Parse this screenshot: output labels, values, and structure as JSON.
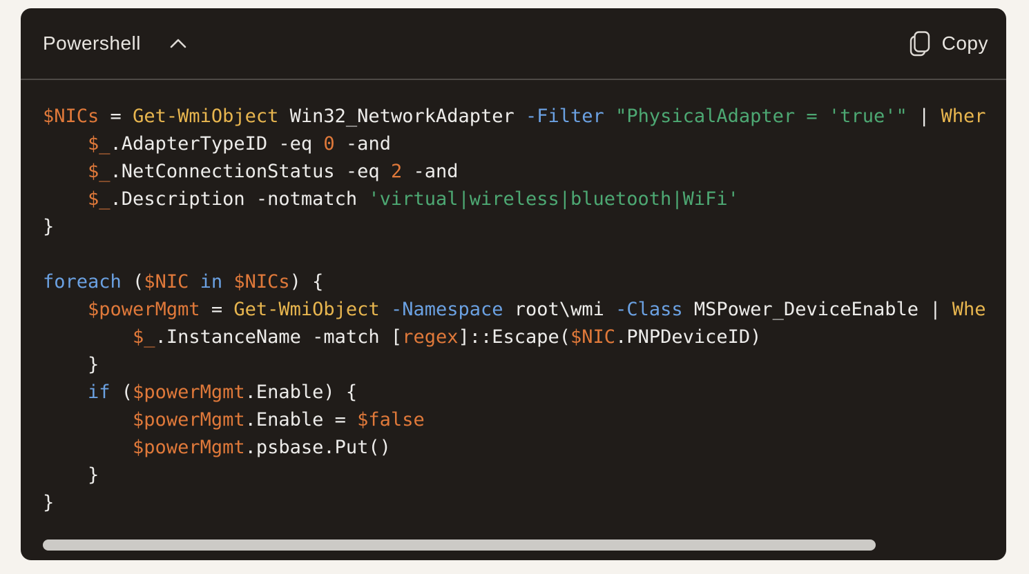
{
  "header": {
    "language_label": "Powershell",
    "copy_label": "Copy"
  },
  "colors": {
    "page_bg": "#f6f3ee",
    "card_bg": "#201c19",
    "header_text": "#e8e5e0",
    "divider": "#4e4a46",
    "code_default": "#edecea",
    "orange": "#e0793a",
    "yellow": "#e8b64f",
    "blue": "#6ba1e2",
    "green": "#4da873",
    "scrollbar_thumb": "#cccac6"
  },
  "code": {
    "language": "powershell",
    "lines": [
      [
        [
          "o",
          "$NICs"
        ],
        [
          "p",
          " = "
        ],
        [
          "y",
          "Get-WmiObject"
        ],
        [
          "p",
          " Win32_NetworkAdapter "
        ],
        [
          "b",
          "-Filter"
        ],
        [
          "p",
          " "
        ],
        [
          "g",
          "\"PhysicalAdapter = 'true'\""
        ],
        [
          "p",
          " | "
        ],
        [
          "y",
          "Wher"
        ]
      ],
      [
        [
          "p",
          "    "
        ],
        [
          "o",
          "$_"
        ],
        [
          "p",
          ".AdapterTypeID -eq "
        ],
        [
          "o",
          "0"
        ],
        [
          "p",
          " -and"
        ]
      ],
      [
        [
          "p",
          "    "
        ],
        [
          "o",
          "$_"
        ],
        [
          "p",
          ".NetConnectionStatus -eq "
        ],
        [
          "o",
          "2"
        ],
        [
          "p",
          " -and"
        ]
      ],
      [
        [
          "p",
          "    "
        ],
        [
          "o",
          "$_"
        ],
        [
          "p",
          ".Description -notmatch "
        ],
        [
          "g",
          "'virtual|wireless|bluetooth|WiFi'"
        ]
      ],
      [
        [
          "p",
          "}"
        ]
      ],
      [],
      [
        [
          "b",
          "foreach"
        ],
        [
          "p",
          " ("
        ],
        [
          "o",
          "$NIC"
        ],
        [
          "p",
          " "
        ],
        [
          "b",
          "in"
        ],
        [
          "p",
          " "
        ],
        [
          "o",
          "$NICs"
        ],
        [
          "p",
          ") {"
        ]
      ],
      [
        [
          "p",
          "    "
        ],
        [
          "o",
          "$powerMgmt"
        ],
        [
          "p",
          " = "
        ],
        [
          "y",
          "Get-WmiObject"
        ],
        [
          "p",
          " "
        ],
        [
          "b",
          "-Namespace"
        ],
        [
          "p",
          " root\\wmi "
        ],
        [
          "b",
          "-Class"
        ],
        [
          "p",
          " MSPower_DeviceEnable | "
        ],
        [
          "y",
          "Whe"
        ]
      ],
      [
        [
          "p",
          "        "
        ],
        [
          "o",
          "$_"
        ],
        [
          "p",
          ".InstanceName -match ["
        ],
        [
          "o",
          "regex"
        ],
        [
          "p",
          "]::Escape("
        ],
        [
          "o",
          "$NIC"
        ],
        [
          "p",
          ".PNPDeviceID)"
        ]
      ],
      [
        [
          "p",
          "    }"
        ]
      ],
      [
        [
          "p",
          "    "
        ],
        [
          "b",
          "if"
        ],
        [
          "p",
          " ("
        ],
        [
          "o",
          "$powerMgmt"
        ],
        [
          "p",
          ".Enable) {"
        ]
      ],
      [
        [
          "p",
          "        "
        ],
        [
          "o",
          "$powerMgmt"
        ],
        [
          "p",
          ".Enable = "
        ],
        [
          "o",
          "$false"
        ]
      ],
      [
        [
          "p",
          "        "
        ],
        [
          "o",
          "$powerMgmt"
        ],
        [
          "p",
          ".psbase.Put()"
        ]
      ],
      [
        [
          "p",
          "    }"
        ]
      ],
      [
        [
          "p",
          "}"
        ]
      ]
    ]
  }
}
